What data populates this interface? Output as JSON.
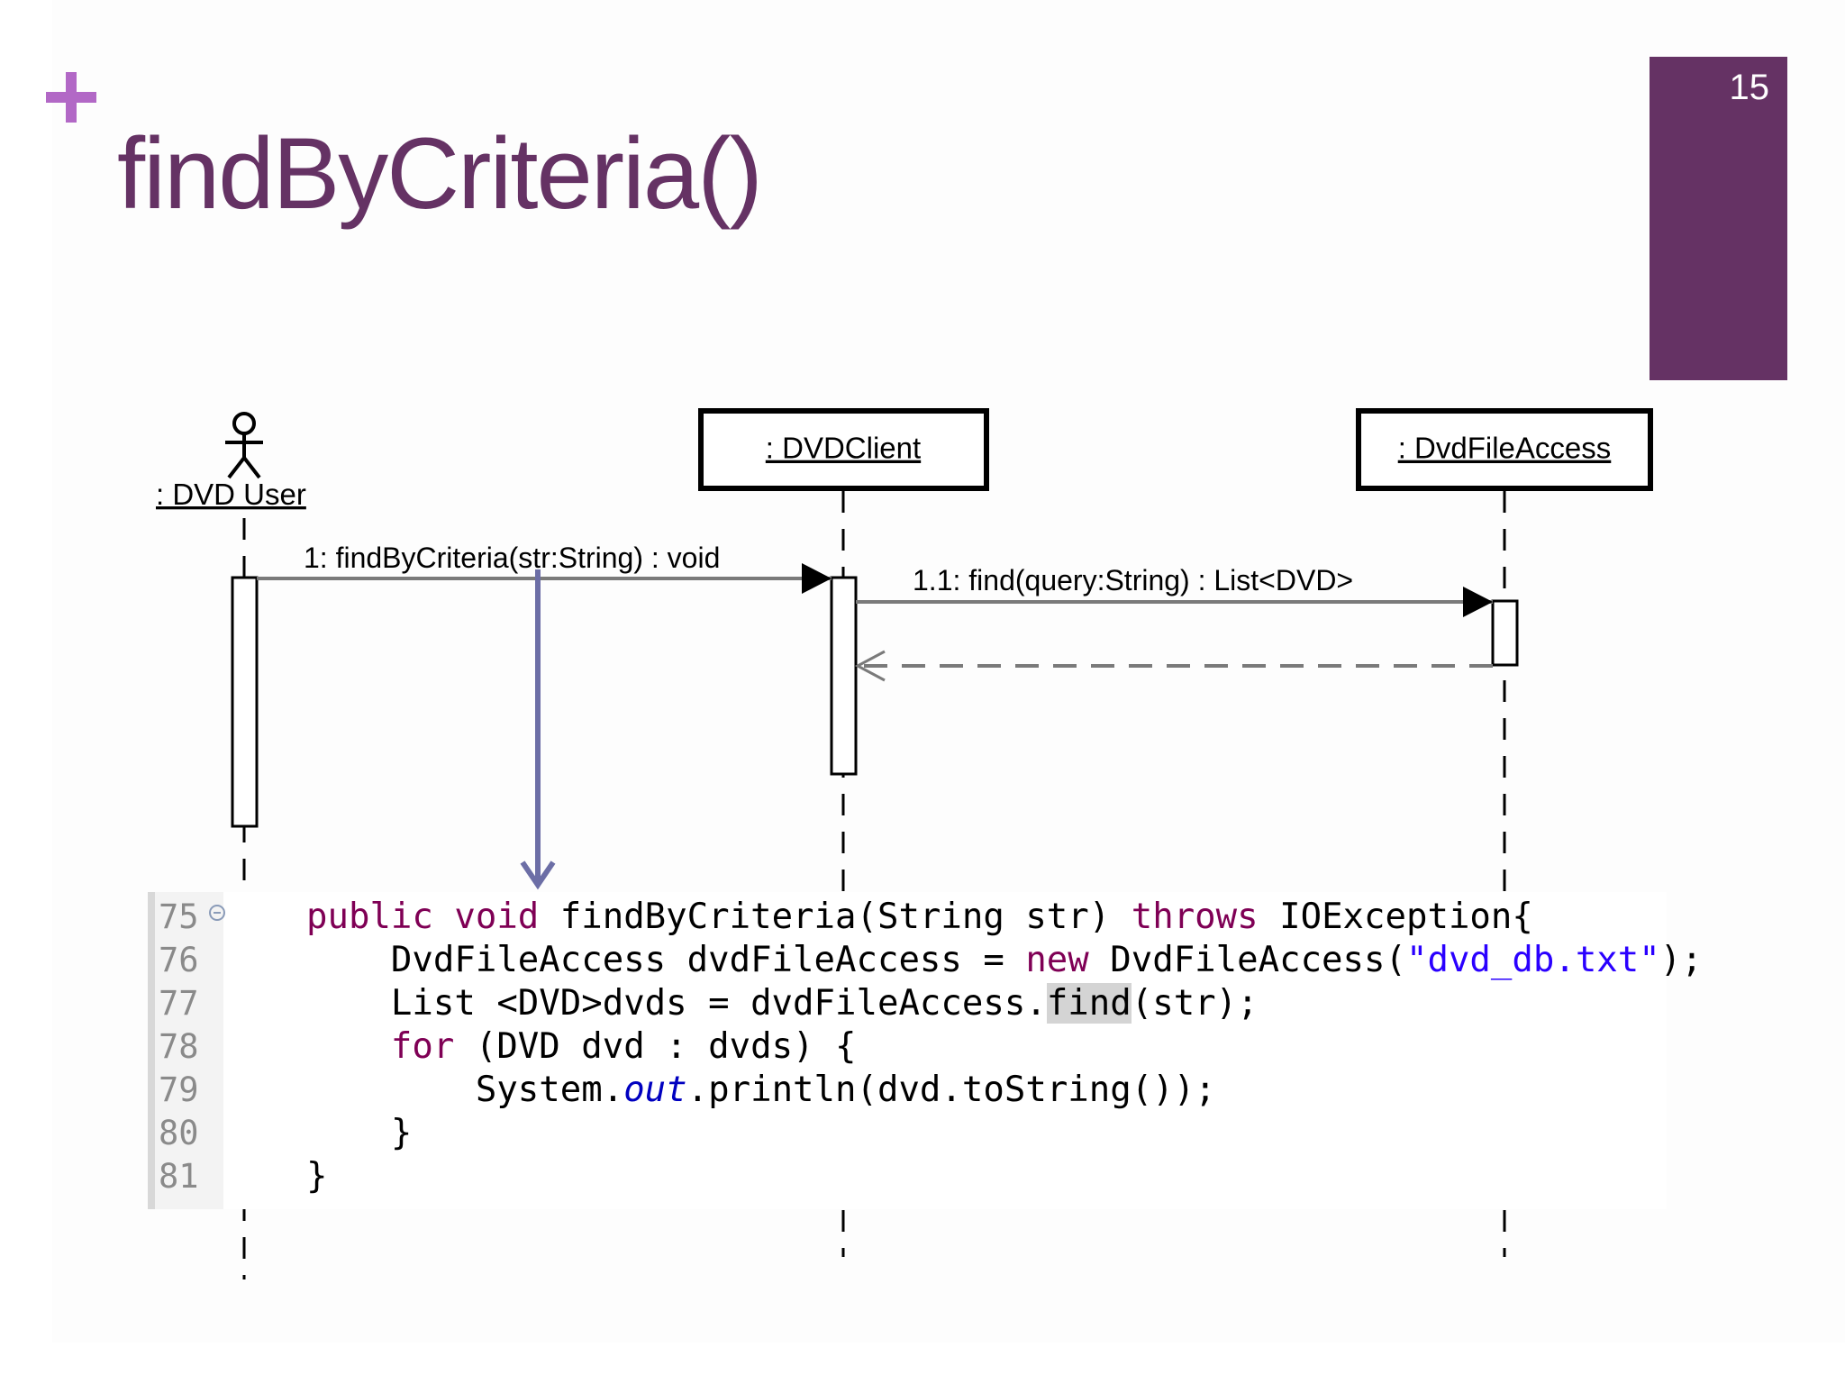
{
  "slide": {
    "title": "findByCriteria()",
    "page_number": "15",
    "accent_color": "#653264",
    "plus_color": "#b268c6"
  },
  "diagram": {
    "actor": {
      "label": ": DVD User"
    },
    "lifelines": [
      {
        "label": ": DVDClient"
      },
      {
        "label": ": DvdFileAccess"
      }
    ],
    "messages": [
      {
        "label": "1: findByCriteria(str:String) : void"
      },
      {
        "label": "1.1: find(query:String) : List<DVD>"
      }
    ]
  },
  "code": {
    "lines": [
      {
        "number": "75",
        "tokens": [
          {
            "t": "public void ",
            "c": "kw"
          },
          {
            "t": "findByCriteria(String str) ",
            "c": "txt"
          },
          {
            "t": "throws ",
            "c": "kw"
          },
          {
            "t": "IOException{",
            "c": "txt"
          }
        ]
      },
      {
        "number": "76",
        "tokens": [
          {
            "t": "    DvdFileAccess dvdFileAccess = ",
            "c": "txt"
          },
          {
            "t": "new ",
            "c": "kw"
          },
          {
            "t": "DvdFileAccess(",
            "c": "txt"
          },
          {
            "t": "\"dvd_db.txt\"",
            "c": "str"
          },
          {
            "t": ");",
            "c": "txt"
          }
        ]
      },
      {
        "number": "77",
        "tokens": [
          {
            "t": "    List <DVD>dvds = dvdFileAccess.",
            "c": "txt"
          },
          {
            "t": "find",
            "c": "hl"
          },
          {
            "t": "(str);",
            "c": "txt"
          }
        ]
      },
      {
        "number": "78",
        "tokens": [
          {
            "t": "    ",
            "c": "txt"
          },
          {
            "t": "for ",
            "c": "kw"
          },
          {
            "t": "(DVD dvd : dvds) {",
            "c": "txt"
          }
        ]
      },
      {
        "number": "79",
        "tokens": [
          {
            "t": "        System.",
            "c": "txt"
          },
          {
            "t": "out",
            "c": "fld"
          },
          {
            "t": ".println(dvd.toString());",
            "c": "txt"
          }
        ]
      },
      {
        "number": "80",
        "tokens": [
          {
            "t": "    }",
            "c": "txt"
          }
        ]
      },
      {
        "number": "81",
        "tokens": [
          {
            "t": "}",
            "c": "txt"
          }
        ]
      }
    ]
  }
}
